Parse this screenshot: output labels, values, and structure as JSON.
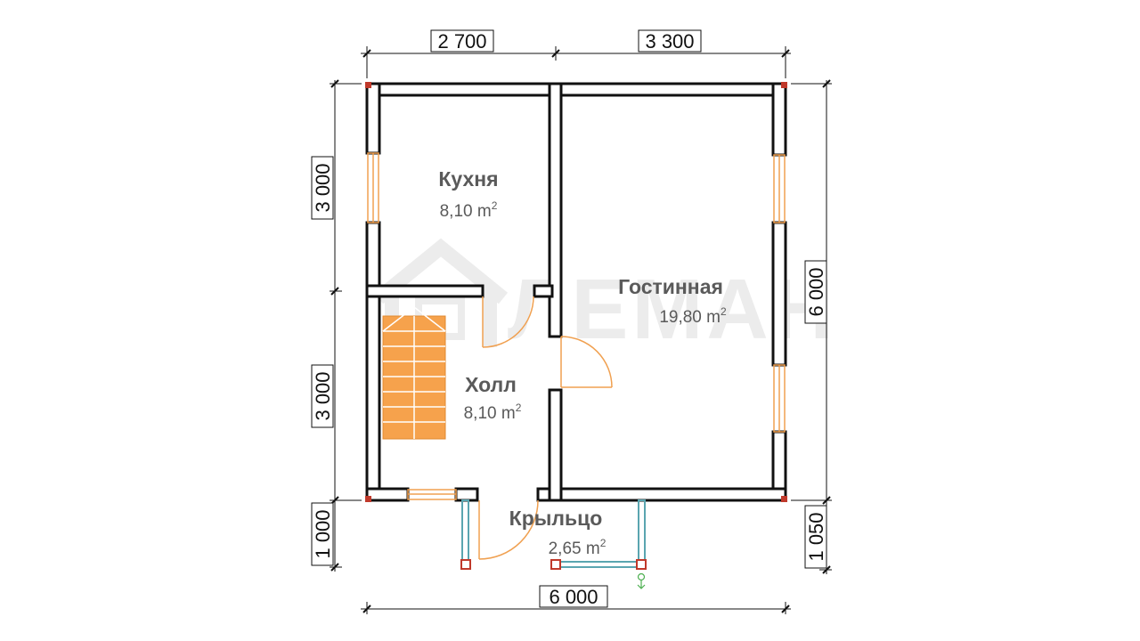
{
  "watermark": {
    "text": "ЛЕМАН"
  },
  "dimensions": {
    "top_left": "2 700",
    "top_right": "3 300",
    "left_top": "3 000",
    "left_middle": "3 000",
    "left_bottom": "1 000",
    "right_main": "6 000",
    "right_bottom": "1 050",
    "bottom": "6 000"
  },
  "rooms": [
    {
      "name": "Кухня",
      "area": "8,10 m",
      "unit_power": "2"
    },
    {
      "name": "Гостинная",
      "area": "19,80 m",
      "unit_power": "2"
    },
    {
      "name": "Холл",
      "area": "8,10 m",
      "unit_power": "2"
    },
    {
      "name": "Крыльцо",
      "area": "2,65 m",
      "unit_power": "2"
    }
  ],
  "colors": {
    "wall_outline": "#111111",
    "wall_fill": "#ffffff",
    "corner_post": "#c0392b",
    "window_frame": "#f0a050",
    "stair_fill": "#f6a24c",
    "railing": "#5aa5b0",
    "door_arc": "#f0a050",
    "dimension_line": "#111111",
    "watermark": "#ececec"
  }
}
